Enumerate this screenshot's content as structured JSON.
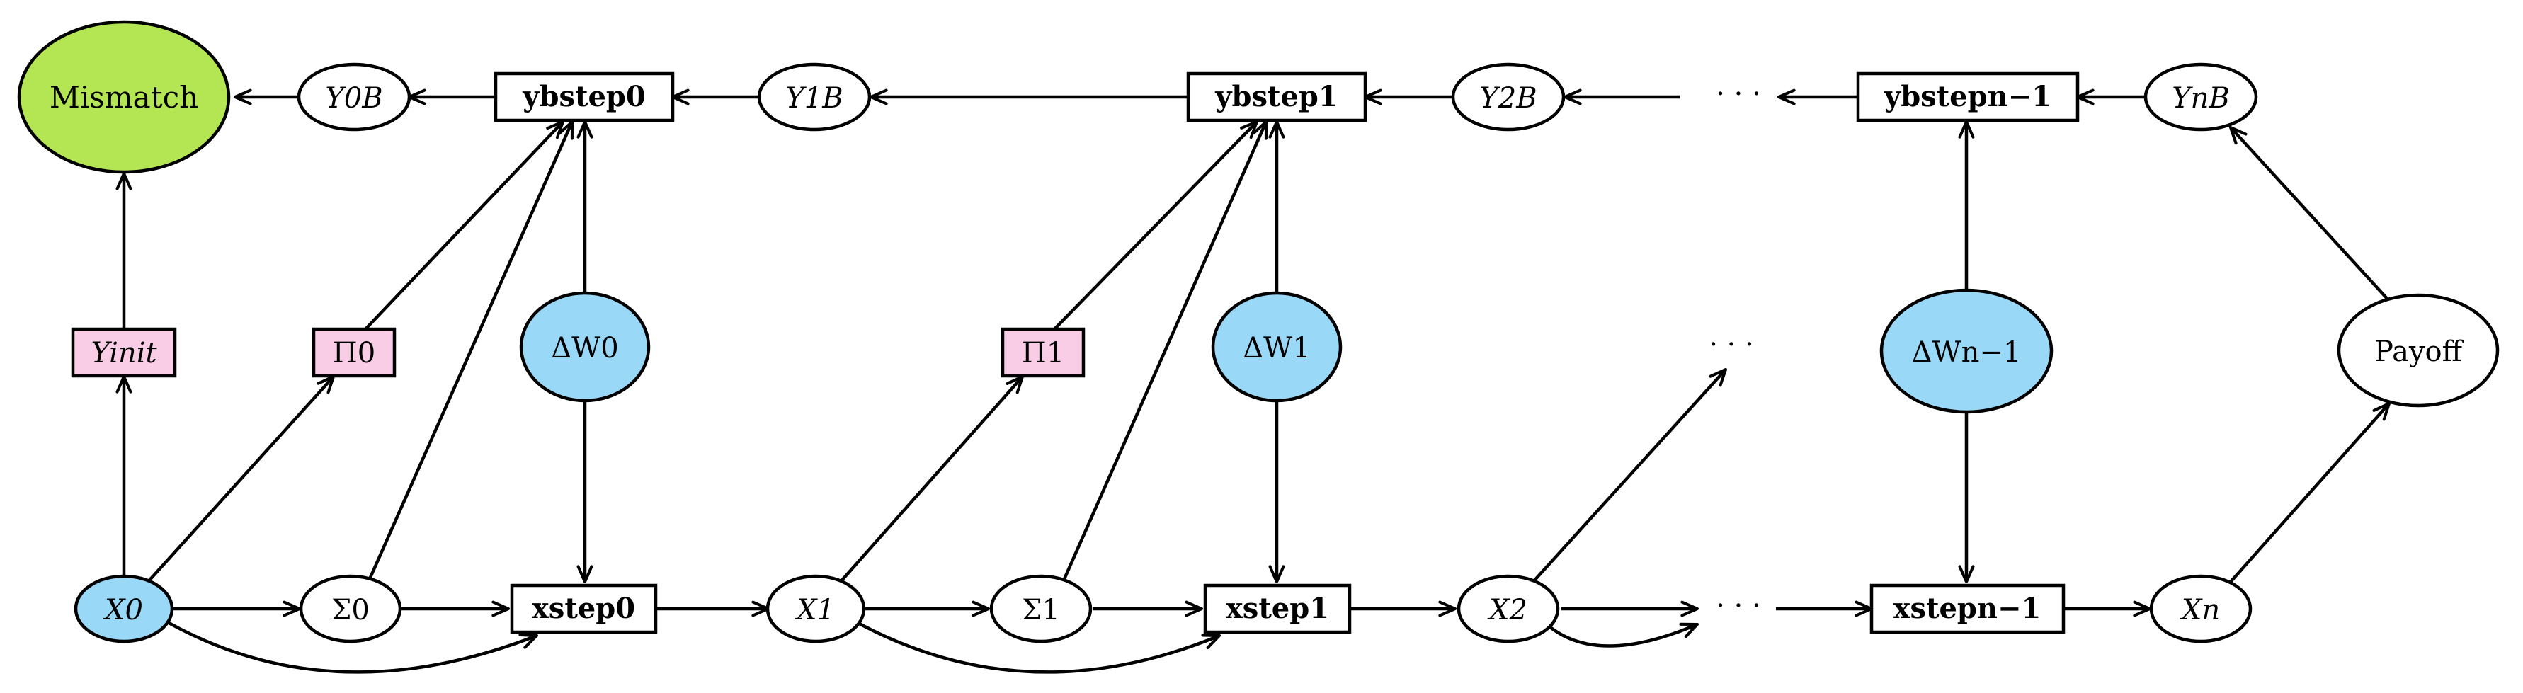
{
  "colors": {
    "mismatch_fill": "#B4E653",
    "blue_fill": "#99D8F7",
    "pink_fill": "#F8CDE5",
    "white_fill": "#FFFFFF",
    "stroke": "#000000"
  },
  "nodes": {
    "mismatch": "Mismatch",
    "y0b": "Y0B",
    "ybstep0": "ybstep0",
    "y1b": "Y1B",
    "ybstep1": "ybstep1",
    "y2b": "Y2B",
    "ellipsis_top": "· · ·",
    "ybstep_nm1": "ybstepn−1",
    "ynb": "YnB",
    "yinit": "Yinit",
    "pi0": "Π0",
    "dw0": "ΔW0",
    "pi1": "Π1",
    "dw1": "ΔW1",
    "ellipsis_mid": "· · ·",
    "dw_nm1": "ΔWn−1",
    "payoff": "Payoff",
    "x0": "X0",
    "sigma0": "Σ0",
    "xstep0": "xstep0",
    "x1": "X1",
    "sigma1": "Σ1",
    "xstep1": "xstep1",
    "x2": "X2",
    "ellipsis_bottom": "· · ·",
    "xstep_nm1": "xstepn−1",
    "xn": "Xn"
  }
}
